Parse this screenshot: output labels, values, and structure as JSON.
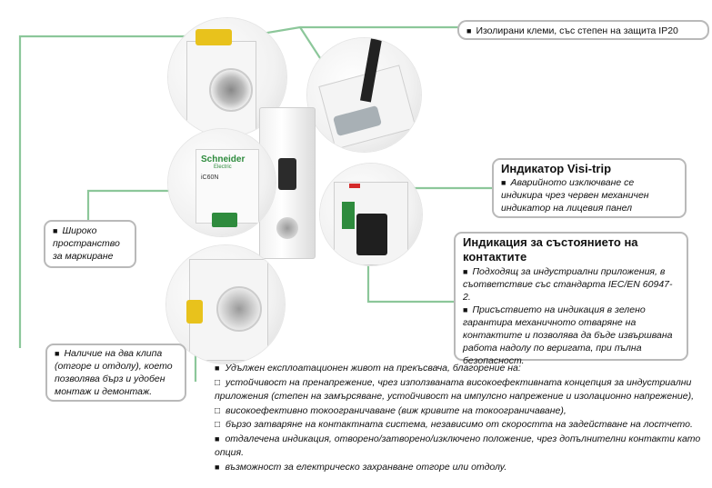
{
  "callouts": {
    "terminals": "Изолирани клеми, със степен на защита IP20",
    "visitrip_title": "Индикатор Visi-trip",
    "visitrip_text": "Аварийното изключване се индикира чрез червен механичен индикатор на лицевия панел",
    "status_title": "Индикация за състоянието на контактите",
    "status_item1": "Подходящ за индустриални приложения, в съответствие със стандарта IEC/EN 60947-2.",
    "status_item2": "Присъствието на индикация в зелено гарантира механичното отваряне на контактите и позволява да бъде извършвана работа надолу по веригата, при пълна безопасност.",
    "marking": "Широко пространство за маркиране",
    "clips": "Наличие на два клипа (отгоре и отдолу), което позволява бърз и удобен монтаж и демонтаж."
  },
  "product": {
    "brand": "Schneider",
    "brand_sub": "Electric",
    "model": "iC60N"
  },
  "bottom": {
    "intro": "Удължен експлоатационен живот на прекъсвача, благорение на:",
    "sub1": "устойчивост на пренапрежение, чрез използваната високоефективната концепция за индустриални приложения (степен на замърсяване, устойчивост на импулсно напрежение и изолационно напрежение),",
    "sub2": "високоефективно токоограничаване (виж кривите на токоограничаване),",
    "sub3": "бързо затваряне на контактната система, независимо от скоростта на задействане на лостчето.",
    "item2": "отдалечена индикация, отворено/затворено/изключено положение, чрез допълнителни контакти като опция.",
    "item3": "възможност за електрическо захранване отгоре или отдолу."
  },
  "colors": {
    "connector": "#8cc79a",
    "box_border": "#b9b9b9",
    "handle_green": "#2e8b3d",
    "indicator_red": "#d42a2a",
    "terminal_yellow": "#e8c21c"
  }
}
